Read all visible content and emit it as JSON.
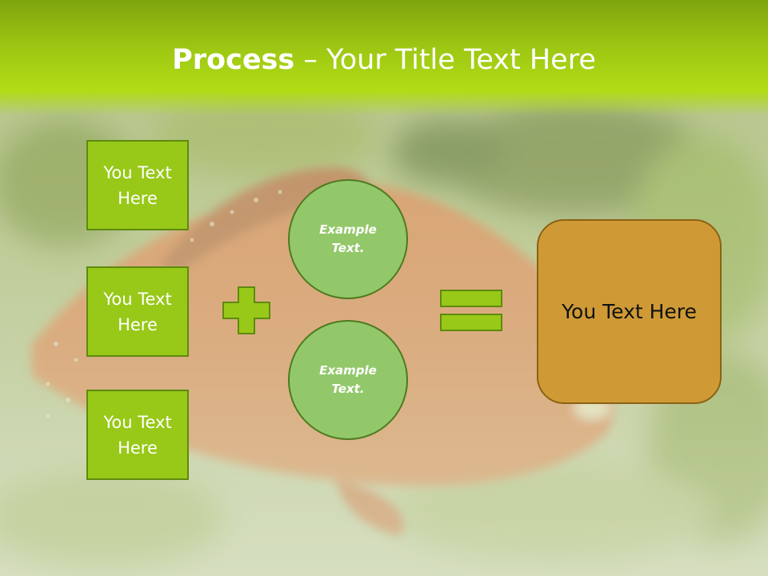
{
  "title": {
    "bold": "Process",
    "rest": " – Your Title Text Here"
  },
  "boxes": [
    {
      "label": "You Text Here"
    },
    {
      "label": "You Text Here"
    },
    {
      "label": "You Text Here"
    }
  ],
  "circles": [
    {
      "label": "Example Text."
    },
    {
      "label": "Example Text."
    }
  ],
  "result": {
    "label": "You Text Here"
  },
  "colors": {
    "title_band": "#9cc613",
    "box_fill": "#98c818",
    "circle_fill": "#93c86a",
    "result_fill": "#cf9a35",
    "operator_fill": "#98c818"
  }
}
